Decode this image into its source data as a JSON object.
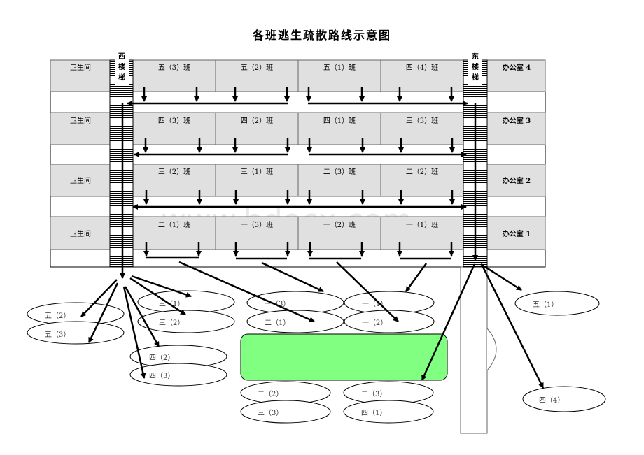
{
  "title": "各班逃生疏散路线示意图",
  "watermark": "www.bdocx.com",
  "stairs": {
    "west": "西楼梯",
    "east": "东楼梯"
  },
  "rows": [
    {
      "left": "卫生间",
      "rooms": [
        "五（3）班",
        "五（2）班",
        "五（1）班",
        "四（4）班"
      ],
      "right": "办公室 4"
    },
    {
      "left": "卫生间",
      "rooms": [
        "四（3）班",
        "四（2）班",
        "四（1）班",
        "三（3）班"
      ],
      "right": "办公室 3"
    },
    {
      "left": "卫生间",
      "rooms": [
        "三（2）班",
        "三（1）班",
        "二（3）班",
        "二（2）班"
      ],
      "right": "办公室 2"
    },
    {
      "left": "卫生间",
      "rooms": [
        "二（1）班",
        "一（3）班",
        "一（2）班",
        "一（1）班"
      ],
      "right": "办公室 1"
    }
  ],
  "assembly_points": [
    "三（1）",
    "三（2）",
    "五（2）",
    "五（3）",
    "四（2）",
    "四（3）",
    "一（3）",
    "二（1）",
    "一（1）",
    "一（2）",
    "五（1）",
    "二（2）",
    "三（3）",
    "二（3）",
    "四（1）",
    "四（4）"
  ],
  "colors": {
    "room_fill": "#e0e0e0",
    "playground": "#80ff80"
  }
}
